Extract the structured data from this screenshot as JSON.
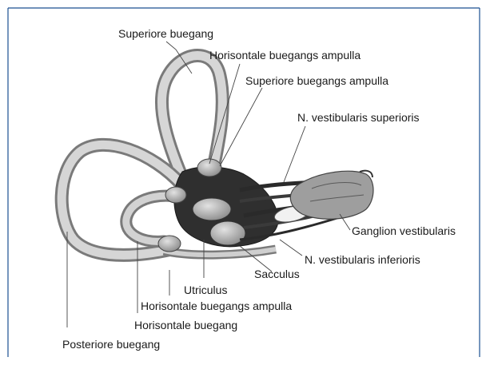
{
  "labels": {
    "superiore_buegang": "Superiore buegang",
    "horisontale_buegangs_ampulla_top": "Horisontale buegangs ampulla",
    "superiore_buegangs_ampulla": "Superiore buegangs ampulla",
    "n_vestibularis_superioris": "N. vestibularis superioris",
    "ganglion_vestibularis": "Ganglion vestibularis",
    "n_vestibularis_inferioris": "N. vestibularis inferioris",
    "sacculus": "Sacculus",
    "utriculus": "Utriculus",
    "horisontale_buegangs_ampulla_bottom": "Horisontale buegangs ampulla",
    "horisontale_buegang": "Horisontale buegang",
    "posteriore_buegang": "Posteriore buegang"
  },
  "colors": {
    "frame_border": "#1a4f91",
    "canal_fill": "#c9c9c9",
    "canal_shade": "#8e8e8e",
    "nerve_dark": "#2b2b2b",
    "sac_fill": "#b8b8b8"
  }
}
